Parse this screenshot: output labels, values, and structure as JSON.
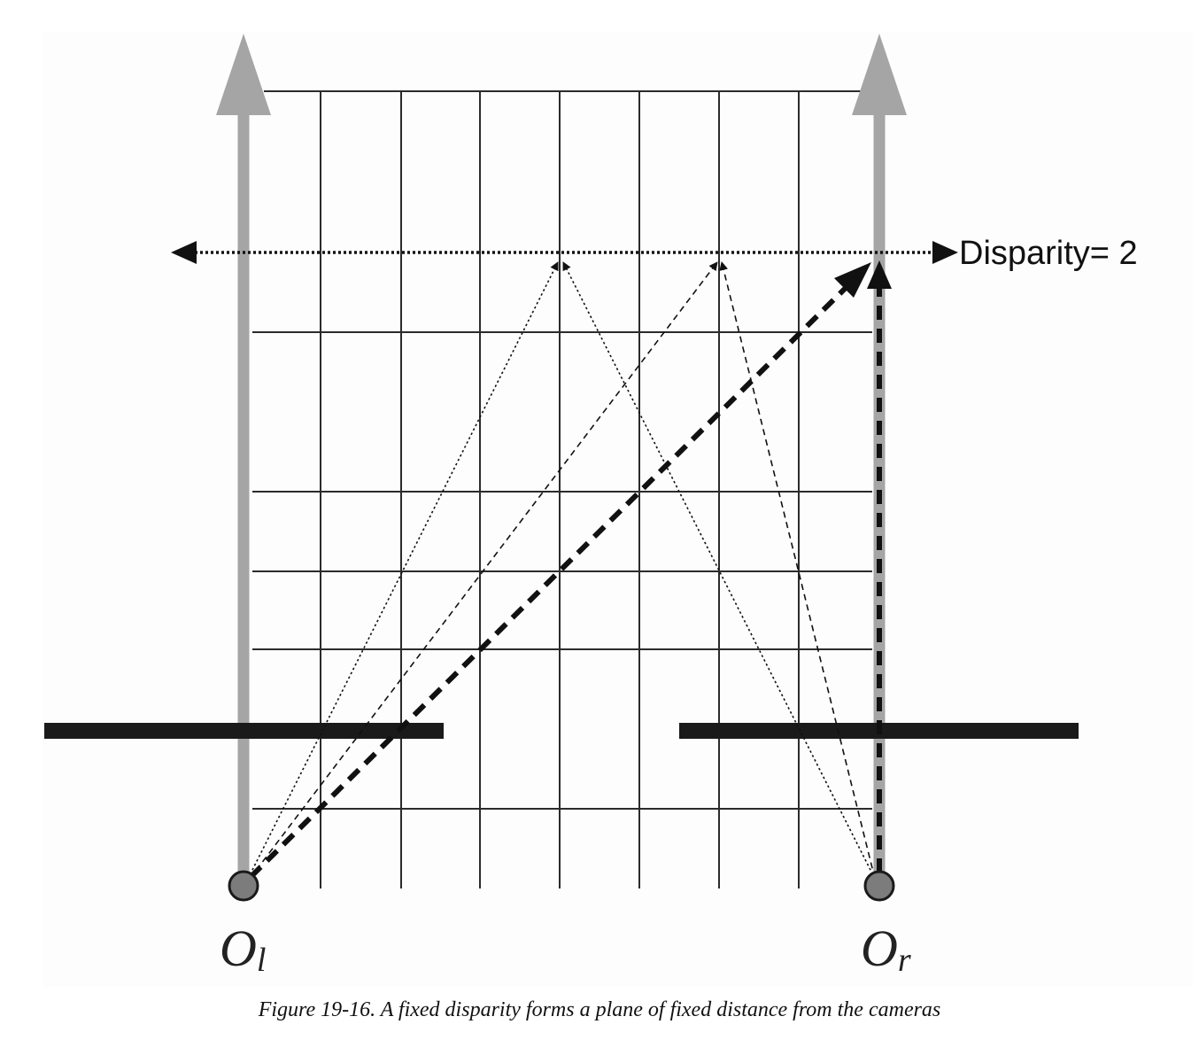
{
  "diagram": {
    "disparity_label": "Disparity= 2",
    "left_camera": {
      "letter": "O",
      "subscript": "l"
    },
    "right_camera": {
      "letter": "O",
      "subscript": "r"
    }
  },
  "caption": "Figure 19-16. A fixed disparity forms a plane of fixed distance from the cameras",
  "colors": {
    "optical_axis": "#a5a5a5",
    "grid_line": "#2b2b2b",
    "ray": "#111111",
    "camera_center": "#7c7c7c",
    "image_plane": "#1a1a1a"
  }
}
